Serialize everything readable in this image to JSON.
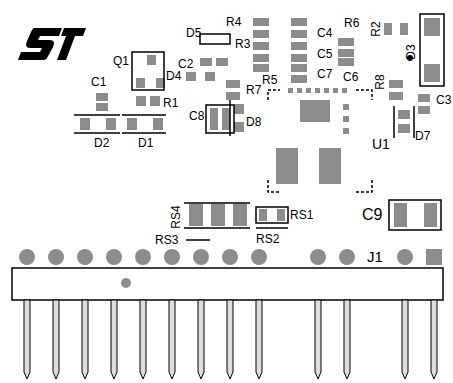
{
  "diagram": {
    "labels": [
      "D5",
      "R4",
      "R3",
      "C4",
      "R6",
      "R2",
      "D3",
      "C5",
      "C7",
      "C6",
      "R5",
      "Q1",
      "C2",
      "D4",
      "R7",
      "R8",
      "C3",
      "C1",
      "R1",
      "C8",
      "D8",
      "D2",
      "D1",
      "U1",
      "D7",
      "C9",
      "RS4",
      "RS1",
      "RS3",
      "RS2",
      "J1"
    ]
  }
}
